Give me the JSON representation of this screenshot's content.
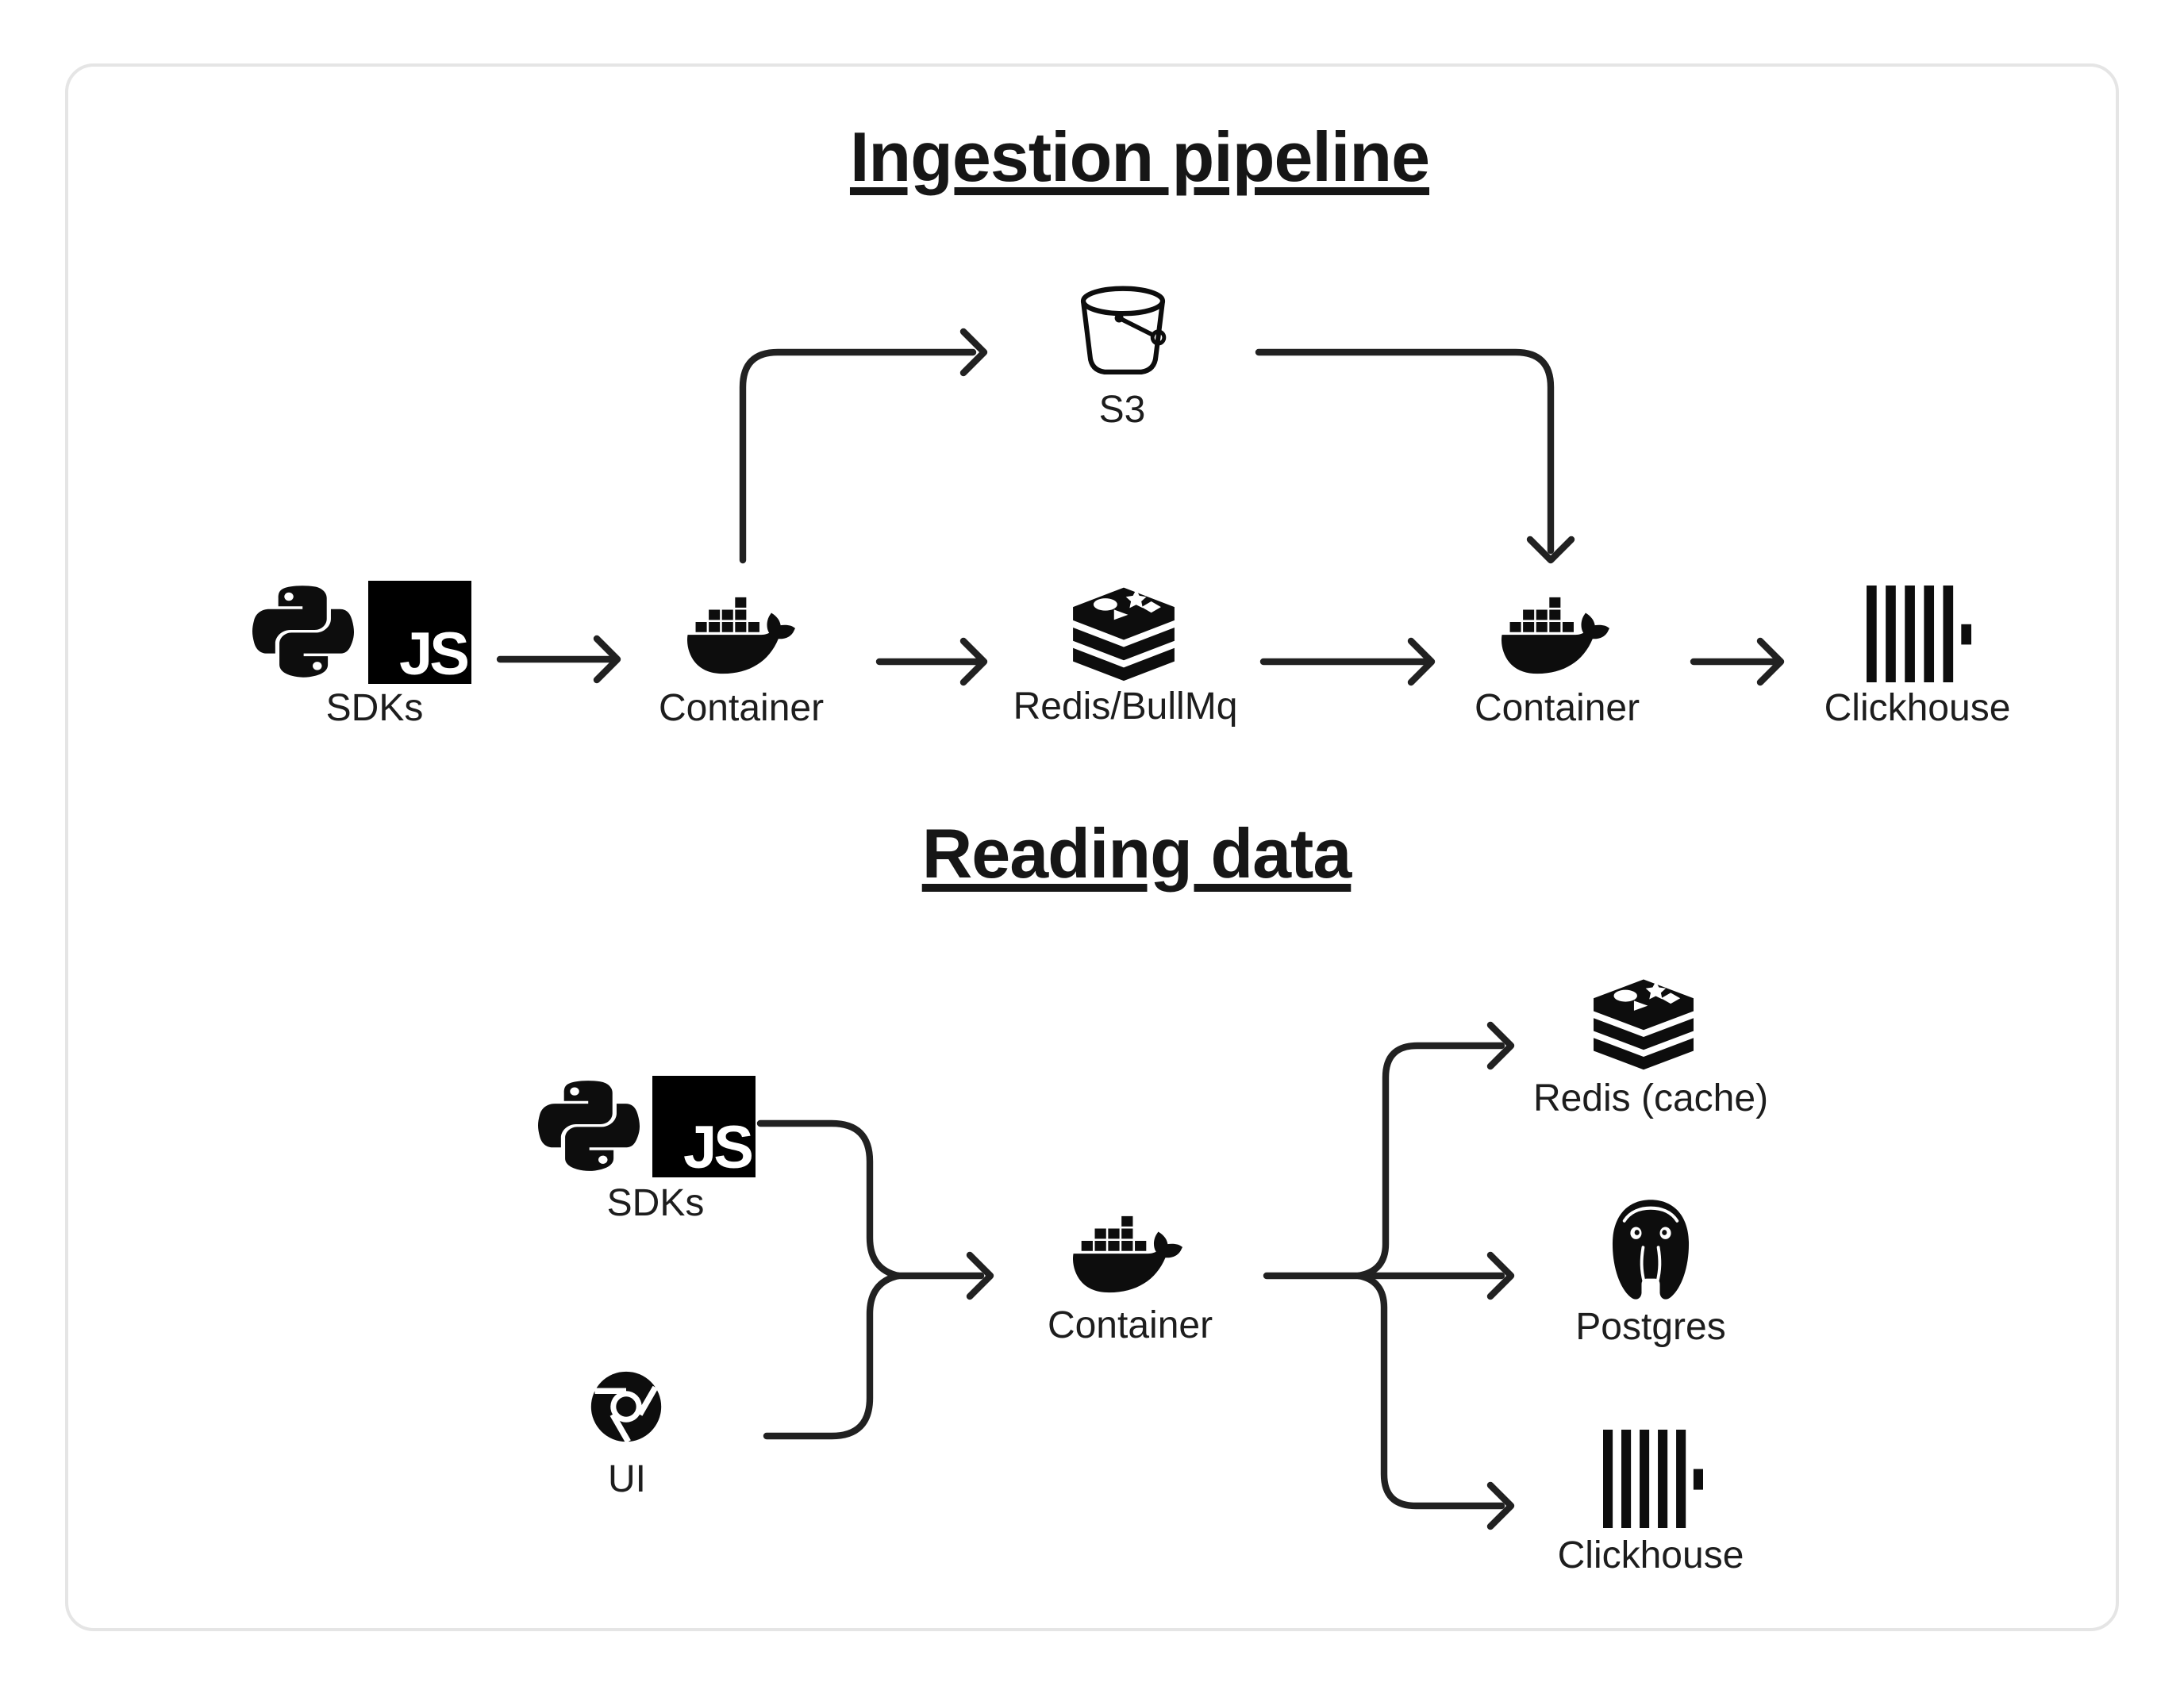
{
  "colors": {
    "background": "#ffffff",
    "card_border": "#e5e5e5",
    "ink": "#1d1d1d",
    "line": "#212121",
    "icon": "#0d0d0d",
    "js_badge_bg": "#000000",
    "js_badge_text": "#ffffff"
  },
  "sections": {
    "ingestion": {
      "title": "Ingestion pipeline",
      "nodes": {
        "sdks": {
          "label": "SDKs",
          "js_text": "JS",
          "icons": [
            "python-logo-icon",
            "javascript-logo-icon"
          ]
        },
        "container_ingest": {
          "label": "Container",
          "icon": "docker-logo-icon"
        },
        "queue": {
          "label": "Redis/BullMq",
          "icon": "redis-logo-icon"
        },
        "s3": {
          "label": "S3",
          "icon": "s3-bucket-icon"
        },
        "container_worker": {
          "label": "Container",
          "icon": "docker-logo-icon"
        },
        "clickhouse": {
          "label": "Clickhouse",
          "icon": "clickhouse-logo-icon"
        }
      },
      "edges": [
        "SDKs -> Container",
        "Container -> S3",
        "Container -> Redis/BullMq",
        "Redis/BullMq -> Container",
        "S3 -> Container",
        "Container -> Clickhouse"
      ]
    },
    "reading": {
      "title": "Reading data",
      "nodes": {
        "sdks": {
          "label": "SDKs",
          "js_text": "JS",
          "icons": [
            "python-logo-icon",
            "javascript-logo-icon"
          ]
        },
        "ui": {
          "label": "UI",
          "icon": "chrome-logo-icon"
        },
        "container": {
          "label": "Container",
          "icon": "docker-logo-icon"
        },
        "redis_cache": {
          "label": "Redis (cache)",
          "icon": "redis-logo-icon"
        },
        "postgres": {
          "label": "Postgres",
          "icon": "postgresql-logo-icon"
        },
        "clickhouse": {
          "label": "Clickhouse",
          "icon": "clickhouse-logo-icon"
        }
      },
      "edges": [
        "SDKs -> Container",
        "UI -> Container",
        "Container -> Redis (cache)",
        "Container -> Postgres",
        "Container -> Clickhouse"
      ]
    }
  }
}
